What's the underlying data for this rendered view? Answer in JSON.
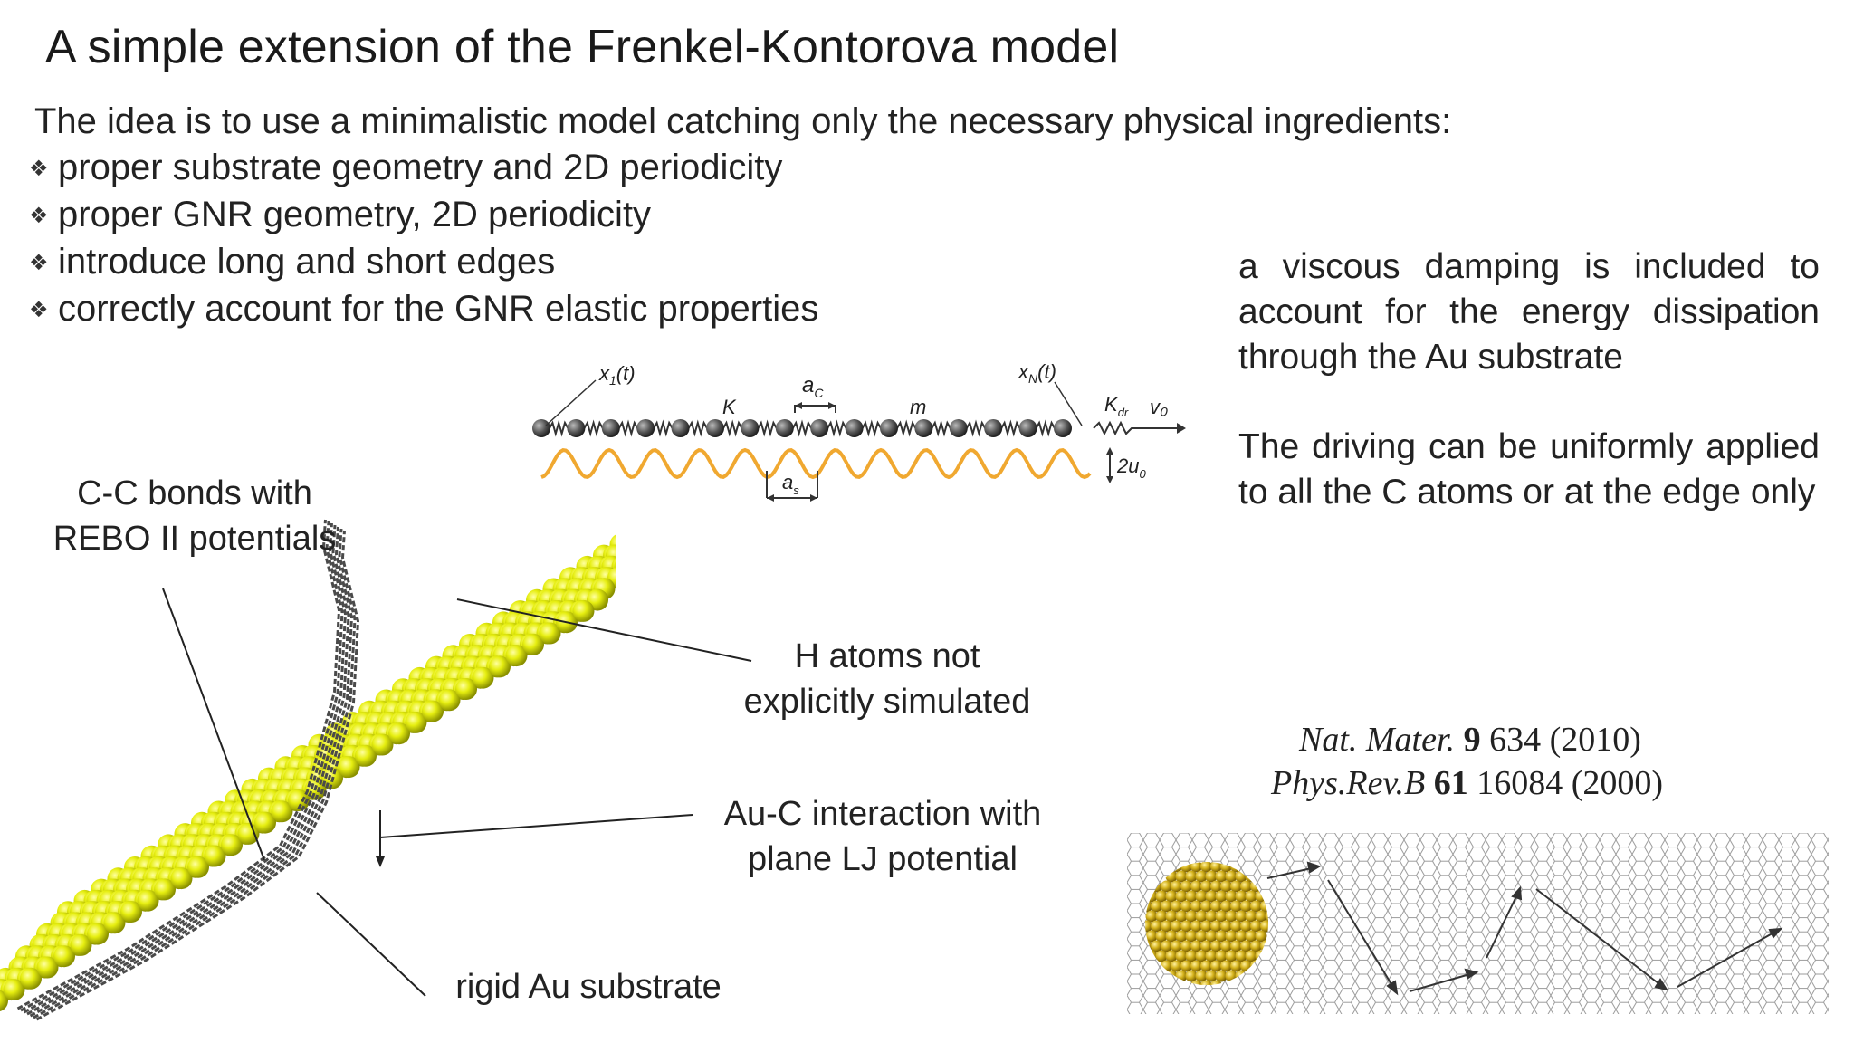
{
  "title": "A simple extension of the Frenkel-Kontorova model",
  "intro": "The idea is to use a minimalistic model catching only the necessary physical ingredients:",
  "bullets": [
    "proper substrate geometry and 2D periodicity",
    "proper GNR geometry, 2D periodicity",
    "introduce long and short edges",
    "correctly account for the GNR elastic properties"
  ],
  "right_text": {
    "damping": "a viscous damping is included to account for the energy dissipation through the Au substrate",
    "driving": "The driving can be uniformly applied to all the C atoms or at the edge only"
  },
  "fk_diagram": {
    "x1": "x",
    "x1_sub": "1",
    "x1_t": "(t)",
    "xN": "x",
    "xN_sub": "N",
    "xN_t": "(t)",
    "K": "K",
    "ac": "a",
    "ac_sub": "C",
    "m": "m",
    "Kdr": "K",
    "Kdr_sub": "dr",
    "v0": "v₀",
    "as": "a",
    "as_sub": "s",
    "u0": "2u",
    "u0_sub": "0"
  },
  "labels": {
    "cc_line1": "C-C bonds with",
    "cc_line2": "REBO II potentials",
    "h_line1": "H atoms not",
    "h_line2": "explicitly simulated",
    "auc_line1": "Au-C interaction with",
    "auc_line2": "plane LJ potential",
    "substrate": "rigid Au substrate"
  },
  "references": [
    {
      "journal": "Nat. Mater.",
      "volume": "9",
      "rest": " 634 (2010)"
    },
    {
      "journal": "Phys.Rev.B",
      "volume": "61",
      "rest": " 16084 (2000)"
    }
  ],
  "colors": {
    "gold": "#d4b21c",
    "substrate_yellow": "#d6e000",
    "ribbon": "#555555",
    "wave": "#f0a830"
  }
}
